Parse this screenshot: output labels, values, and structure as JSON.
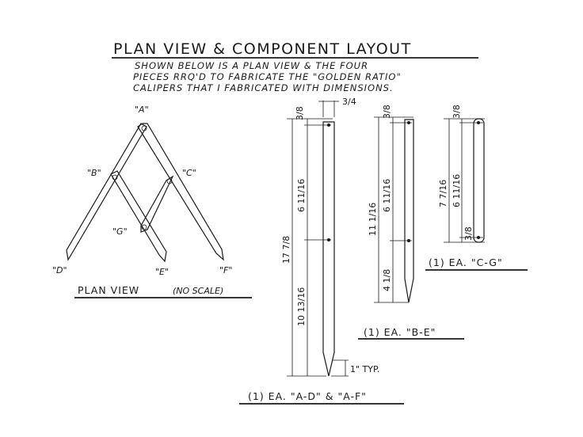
{
  "header": {
    "title": "PLAN VIEW & COMPONENT LAYOUT",
    "intro_line1": "SHOWN BELOW IS A PLAN VIEW & THE FOUR",
    "intro_line2": "PIECES RRQ'D TO FABRICATE THE \"GOLDEN RATIO\"",
    "intro_line3": "CALIPERS THAT I FABRICATED WITH DIMENSIONS."
  },
  "plan_view": {
    "labels": {
      "a": "\"A\"",
      "b": "\"B\"",
      "c": "\"C\"",
      "d": "\"D\"",
      "e": "\"E\"",
      "f": "\"F\"",
      "g": "\"G\""
    },
    "caption": "PLAN VIEW",
    "caption_note": "(NO SCALE)"
  },
  "piece_ad": {
    "top_a": "3/8",
    "top_b": "3/4",
    "overall": "17 7/8",
    "upper": "6 11/16",
    "lower": "10 13/16",
    "tip": "1\" TYP.",
    "caption": "(1) EA. \"A-D\" & \"A-F\""
  },
  "piece_be": {
    "top": "3/8",
    "overall": "11 1/16",
    "upper": "6 11/16",
    "lower": "4 1/8",
    "caption": "(1) EA. \"B-E\""
  },
  "piece_cg": {
    "top": "3/8",
    "overall": "7 7/16",
    "upper": "6 11/16",
    "lower": "3/8",
    "caption": "(1) EA. \"C-G\""
  }
}
